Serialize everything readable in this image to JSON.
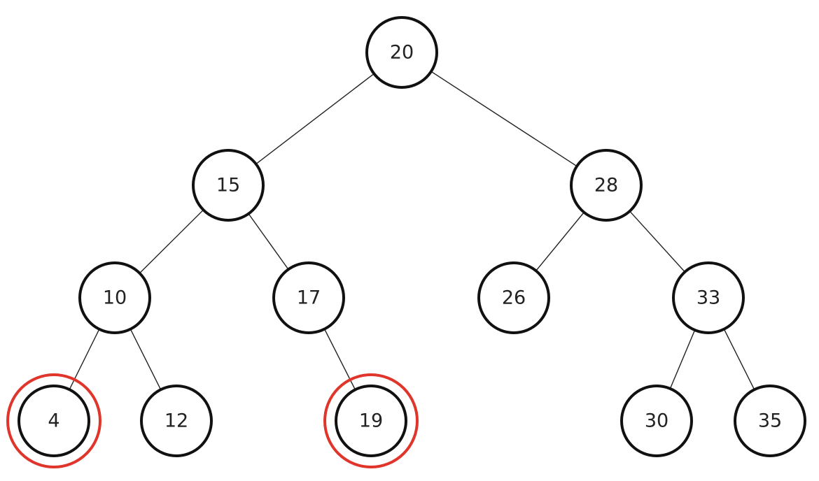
{
  "tree": {
    "nodes": [
      {
        "id": "n20",
        "label": "20",
        "highlighted": false
      },
      {
        "id": "n15",
        "label": "15",
        "highlighted": false
      },
      {
        "id": "n28",
        "label": "28",
        "highlighted": false
      },
      {
        "id": "n10",
        "label": "10",
        "highlighted": false
      },
      {
        "id": "n17",
        "label": "17",
        "highlighted": false
      },
      {
        "id": "n26",
        "label": "26",
        "highlighted": false
      },
      {
        "id": "n33",
        "label": "33",
        "highlighted": false
      },
      {
        "id": "n4",
        "label": "4",
        "highlighted": true
      },
      {
        "id": "n12",
        "label": "12",
        "highlighted": false
      },
      {
        "id": "n19",
        "label": "19",
        "highlighted": true
      },
      {
        "id": "n30",
        "label": "30",
        "highlighted": false
      },
      {
        "id": "n35",
        "label": "35",
        "highlighted": false
      }
    ],
    "edges": [
      {
        "from": "n20",
        "to": "n15"
      },
      {
        "from": "n20",
        "to": "n28"
      },
      {
        "from": "n15",
        "to": "n10"
      },
      {
        "from": "n15",
        "to": "n17"
      },
      {
        "from": "n28",
        "to": "n26"
      },
      {
        "from": "n28",
        "to": "n33"
      },
      {
        "from": "n10",
        "to": "n4"
      },
      {
        "from": "n10",
        "to": "n12"
      },
      {
        "from": "n17",
        "to": "n19"
      },
      {
        "from": "n33",
        "to": "n30"
      },
      {
        "from": "n33",
        "to": "n35"
      }
    ]
  },
  "colors": {
    "highlight": "#e0352b",
    "node_stroke": "#111111",
    "edge": "#222222"
  }
}
